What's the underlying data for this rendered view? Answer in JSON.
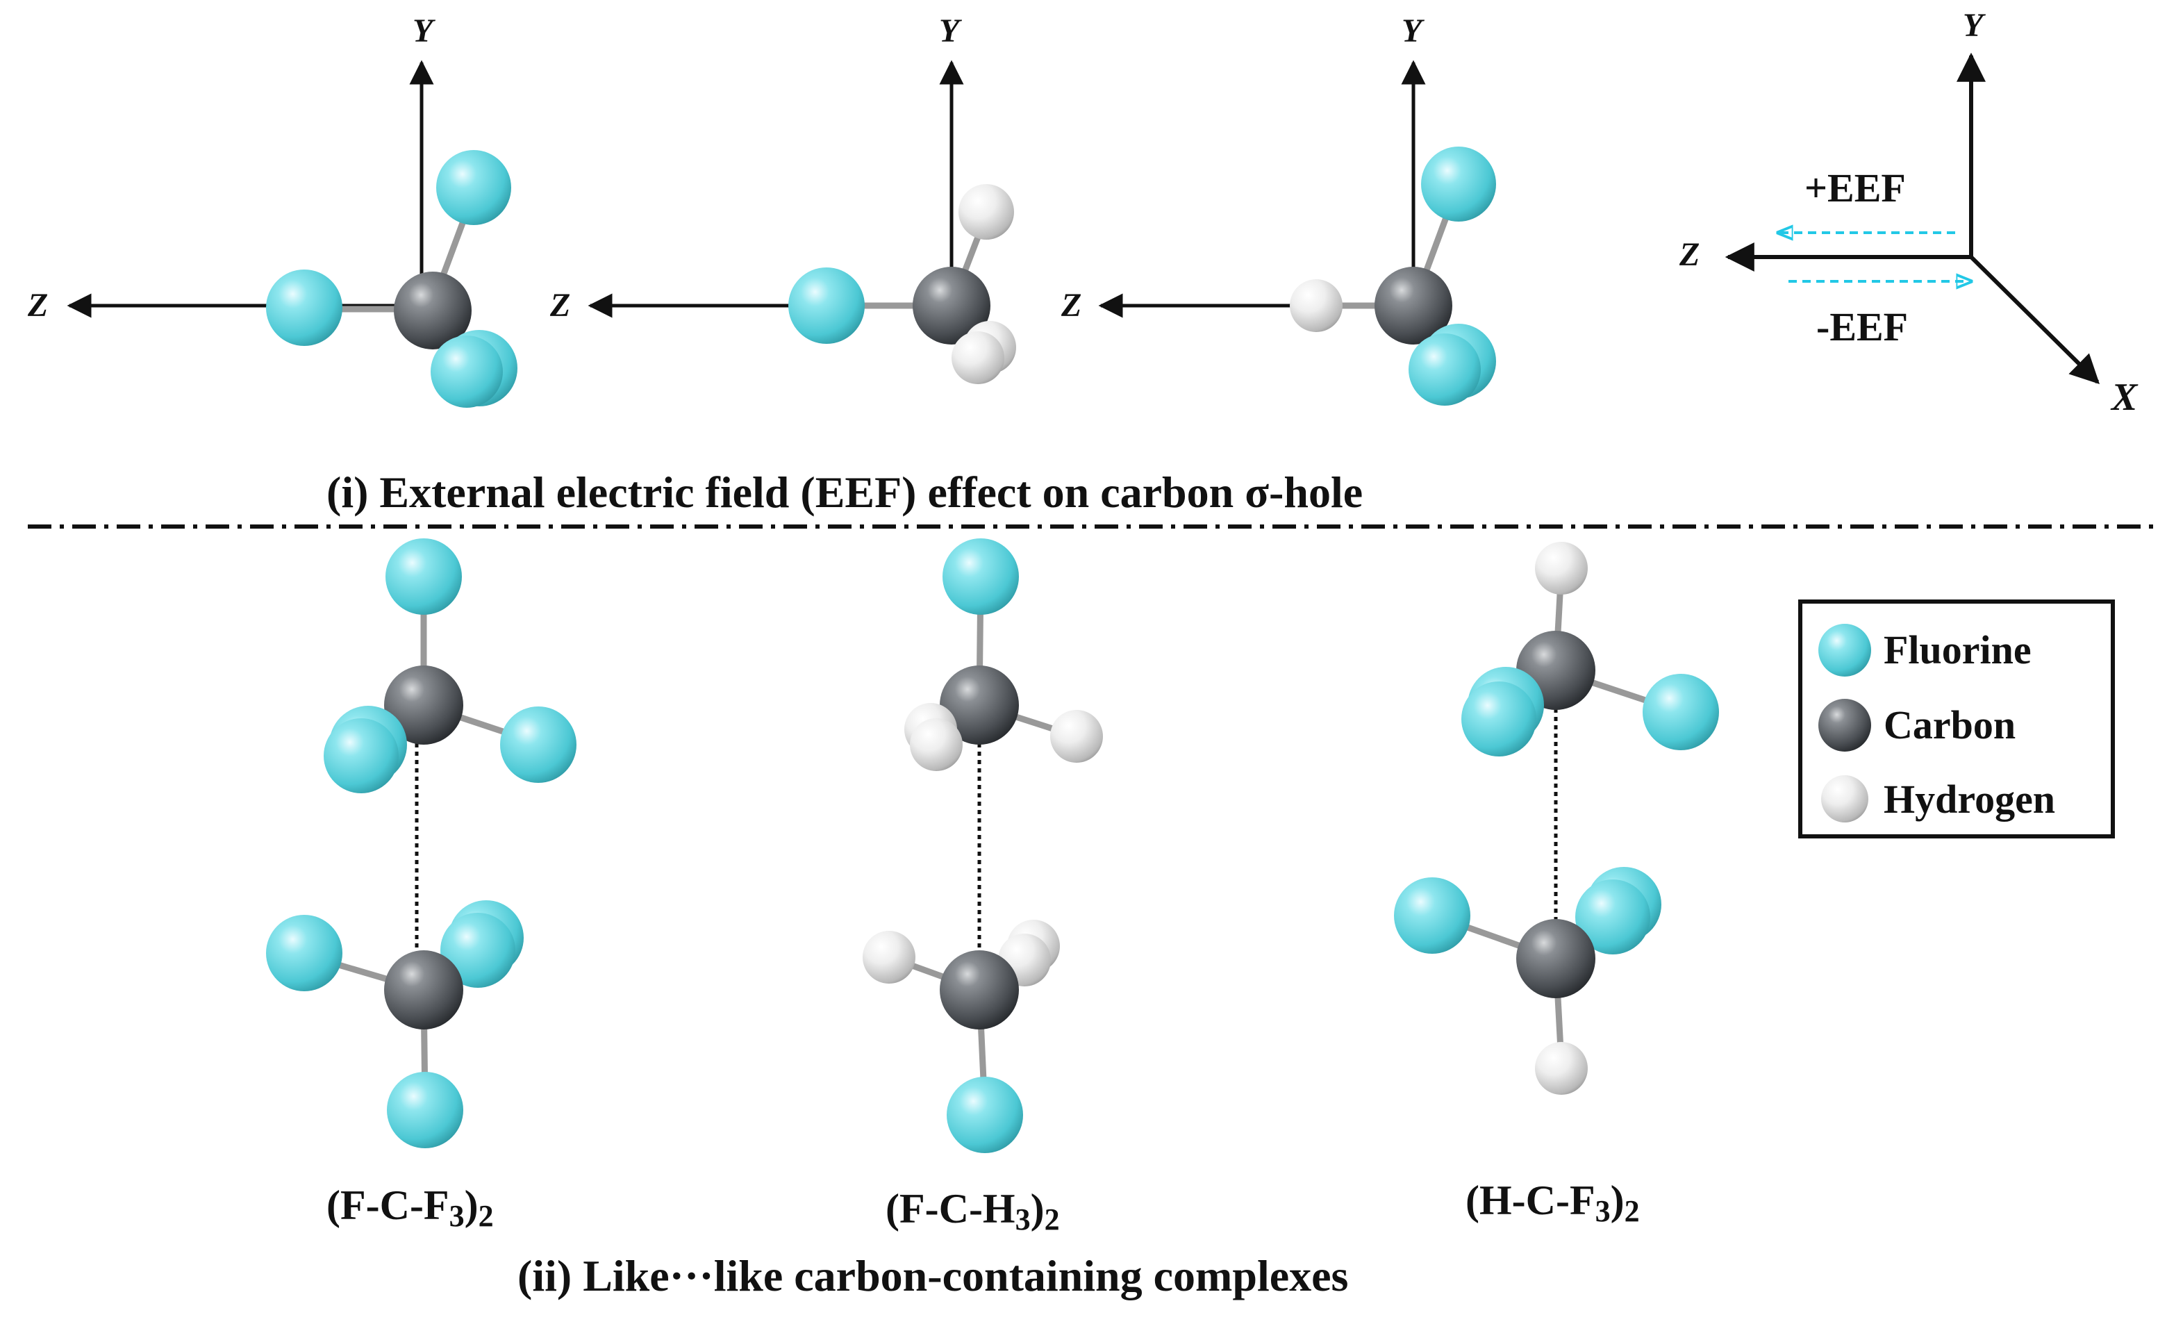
{
  "section_i": {
    "caption": "(i) External electric field (EEF) effect on carbon σ-hole",
    "panels": [
      {
        "z_label": "Z",
        "y_label": "Y"
      },
      {
        "z_label": "Z",
        "y_label": "Y"
      },
      {
        "z_label": "Z",
        "y_label": "Y"
      }
    ],
    "axes_key": {
      "x_label": "X",
      "y_label": "Y",
      "z_label": "Z",
      "plus_eef": "+EEF",
      "minus_eef": "-EEF"
    }
  },
  "section_ii": {
    "caption": "(ii) Like···like carbon-containing complexes",
    "complexes": [
      {
        "formula_pre": "(F-C-F",
        "formula_sub": "3",
        "formula_mid": ")",
        "formula_sub2": "2"
      },
      {
        "formula_pre": "(F-C-H",
        "formula_sub": "3",
        "formula_mid": ")",
        "formula_sub2": "2"
      },
      {
        "formula_pre": "(H-C-F",
        "formula_sub": "3",
        "formula_mid": ")",
        "formula_sub2": "2"
      }
    ]
  },
  "legend": {
    "items": [
      {
        "label": "Fluorine",
        "atom": "fluorine"
      },
      {
        "label": "Carbon",
        "atom": "carbon"
      },
      {
        "label": "Hydrogen",
        "atom": "hydrogen"
      }
    ]
  },
  "colors": {
    "fluorine": "#5fd3dd",
    "carbon": "#555a60",
    "hydrogen": "#e6e6e6",
    "eef_arrow": "#22c8e6",
    "axis": "#111111"
  }
}
